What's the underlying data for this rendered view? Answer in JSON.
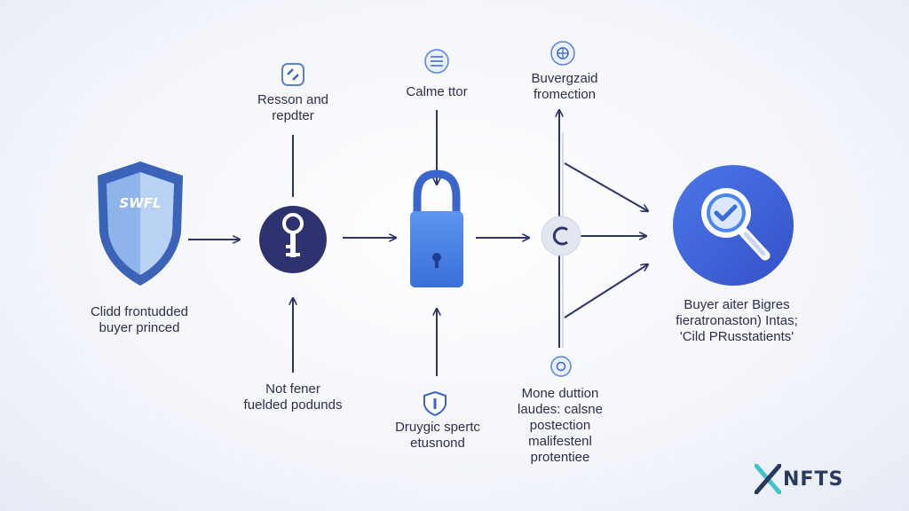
{
  "colors": {
    "arrow": "#2e3466",
    "shield_outer": "#3b63b8",
    "shield_inner": "#8fb4ea",
    "key_circle": "#2e3370",
    "lock_body": "#3f7be0",
    "search_circle": "#3c62db",
    "brand_accent": "#3fc3c8",
    "brand_text": "#2a3a5c"
  },
  "icons": {
    "shield": "shield-icon",
    "key": "key-icon",
    "padlock": "padlock-icon",
    "sync": "sync-icon",
    "search_check": "magnifier-check-icon"
  },
  "nodes": {
    "shield": {
      "badge_text": "SWFL",
      "caption": [
        "Clidd frontudded",
        "buyer princed"
      ]
    },
    "top_1": {
      "caption": [
        "Resson and",
        "repdter"
      ]
    },
    "bottom_1": {
      "caption": [
        "Not fener",
        "fuelded podunds"
      ]
    },
    "top_2": {
      "caption": [
        "Calme ttor"
      ]
    },
    "bottom_2": {
      "caption": [
        "Druygic spertc",
        "etusnond"
      ]
    },
    "top_3": {
      "caption": [
        "Buvergzaid",
        "fromection"
      ]
    },
    "bottom_3": {
      "caption": [
        "Mone duttion",
        "laudes: calsne",
        "postection",
        "malifestenl",
        "protentiee"
      ]
    },
    "result": {
      "caption": [
        "Buyer aiter Bigres",
        "fieratronaston) Intas;",
        "'Cild PRusstatients'"
      ]
    }
  },
  "brand": {
    "text": "NFTS",
    "mark": "X"
  }
}
